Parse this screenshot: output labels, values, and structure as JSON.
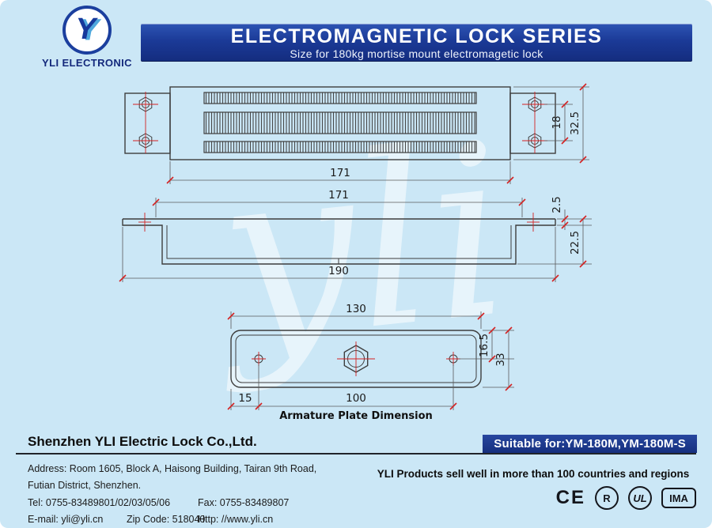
{
  "colors": {
    "page_bg": "#cbe7f6",
    "banner_navy": "#1b3a97",
    "dimension_red": "#d42222",
    "line_dark": "#3d3d3d"
  },
  "header": {
    "logo": {
      "brand": "YLI ELECTRONIC",
      "monogram": "Y"
    },
    "banner": {
      "title": "ELECTROMAGNETIC LOCK SERIES",
      "subtitle": "Size for 180kg mortise mount  electromagetic lock"
    }
  },
  "drawings": {
    "watermark": "yli",
    "lock_top_view": {
      "width": "171",
      "slot_height": "18",
      "body_height": "32.5"
    },
    "lock_side_view": {
      "inner_width": "171",
      "flange_thickness": "2.5",
      "depth": "22.5",
      "total_width": "190"
    },
    "armature_plate": {
      "width": "130",
      "half_height": "16.5",
      "height": "33",
      "edge_offset": "15",
      "hole_spacing": "100",
      "caption": "Armature Plate Dimension"
    }
  },
  "footer": {
    "company": "Shenzhen YLI Electric Lock Co.,Ltd.",
    "suitable_for": "Suitable for:YM-180M,YM-180M-S",
    "address_line1": "Address: Room 1605, Block A, Haisong Building, Tairan 9th Road,",
    "address_line2": "Futian District, Shenzhen.",
    "tel": "Tel: 0755-83489801/02/03/05/06",
    "fax": "Fax: 0755-83489807",
    "email": "E-mail: yli@yli.cn",
    "zip": "Zip Code: 518040",
    "web": "Http: //www.yli.cn",
    "tagline": "YLI Products sell well in more than 100 countries and regions",
    "certs": [
      {
        "name": "ce-mark",
        "label": "CE"
      },
      {
        "name": "registered-mark",
        "label": "R"
      },
      {
        "name": "ul-mark",
        "label": "UL"
      },
      {
        "name": "ima-mark",
        "label": "IMA"
      }
    ]
  }
}
